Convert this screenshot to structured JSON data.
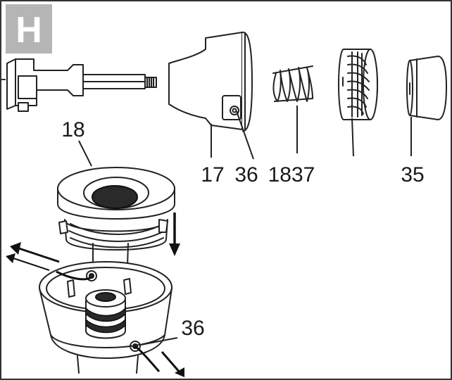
{
  "step_badge": "H",
  "labels": {
    "part_18": "18",
    "part_17": "17",
    "part_36_top": "36",
    "part_1837": "1837",
    "part_35": "35",
    "part_36_bottom": "36"
  },
  "colors": {
    "badge": "#b5b5b5",
    "ink": "#222222",
    "frame": "#333333"
  }
}
